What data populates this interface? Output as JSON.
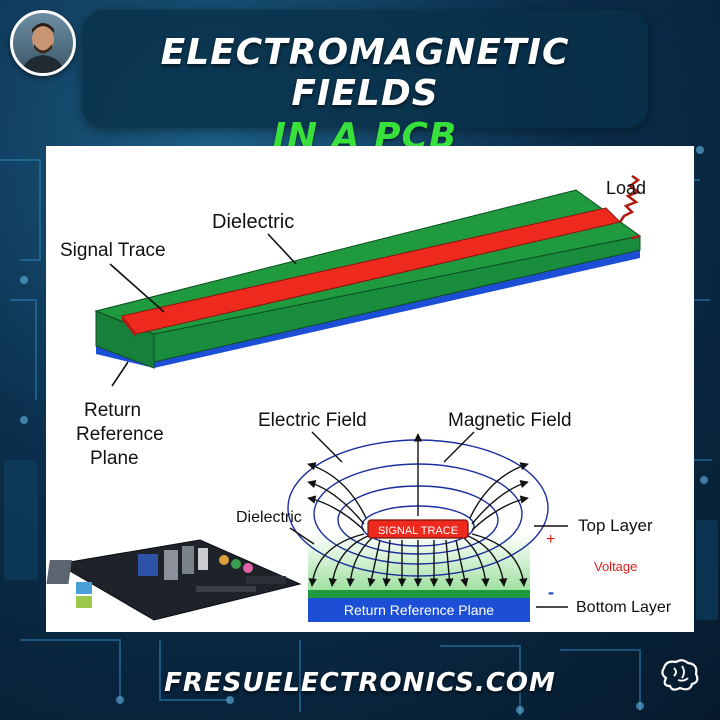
{
  "header": {
    "title_line1": "ELECTROMAGNETIC FIELDS",
    "title_line2": "IN A PCB"
  },
  "diagram_top": {
    "load_label": "Load",
    "dielectric_label": "Dielectric",
    "signal_trace_label": "Signal Trace",
    "return_plane_label_line1": "Return",
    "return_plane_label_line2": "Reference",
    "return_plane_label_line3": "Plane"
  },
  "diagram_cross_section": {
    "electric_field_label": "Electric Field",
    "magnetic_field_label": "Magnetic Field",
    "dielectric_label": "Dielectric",
    "signal_trace_label": "SIGNAL TRACE",
    "top_layer_label": "Top Layer",
    "bottom_layer_label": "Bottom Layer",
    "plus_sign": "+",
    "minus_sign": "-",
    "voltage_label": "Voltage",
    "return_plane_label": "Return Reference Plane"
  },
  "colors": {
    "dielectric_green": "#1f9a3f",
    "trace_red": "#ee2a1f",
    "plane_blue": "#1d4fd6",
    "field_blue": "#1b2f9e",
    "title_green": "#37e03b"
  },
  "icons": {
    "avatar": "person-avatar-icon",
    "motherboard": "motherboard-image",
    "logo": "brain-logo-icon"
  },
  "footer": {
    "site": "FRESUELECTRONICS.COM"
  }
}
